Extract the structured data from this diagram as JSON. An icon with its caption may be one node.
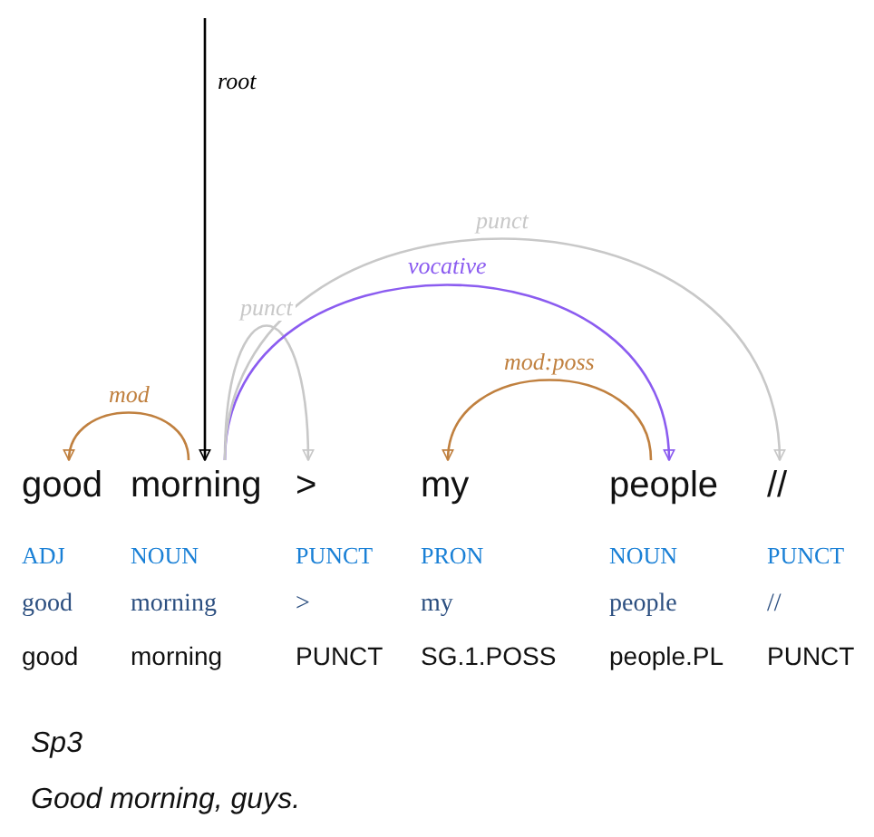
{
  "diagram": {
    "nodes": [
      {
        "text": [
          "good"
        ]
      },
      {
        "text": [
          "morning"
        ]
      },
      {
        "text": [
          ">"
        ]
      },
      {
        "text": [
          "my"
        ]
      },
      {
        "text": [
          "people"
        ]
      },
      {
        "text": [
          "//"
        ]
      }
    ],
    "edges": [
      {
        "from": null,
        "to": 1,
        "arrow": "to",
        "label": "root",
        "color": "#000000"
      },
      {
        "from": 1,
        "to": 0,
        "arrow": "to",
        "label": "mod",
        "color": "#c0803f"
      },
      {
        "from": 1,
        "to": 2,
        "arrow": "to",
        "label": "punct",
        "color": "#c8c8c8"
      },
      {
        "from": 1,
        "to": 4,
        "arrow": "to",
        "label": "vocative",
        "color": "#8b5cf0"
      },
      {
        "from": 1,
        "to": 5,
        "arrow": "to",
        "label": "punct",
        "color": "#c8c8c8"
      },
      {
        "from": 4,
        "to": 3,
        "arrow": "to",
        "label": "mod:poss",
        "color": "#c0803f"
      }
    ],
    "labels": [
      "ADJ",
      "NOUN",
      "PUNCT",
      "PRON",
      "NOUN",
      "PUNCT",
      "good",
      "morning",
      ">",
      "my",
      "people",
      "//",
      "good",
      "morning",
      "PUNCT",
      "SG.1.POSS",
      "people.PL",
      "PUNCT",
      "Sp3",
      "Good morning, guys."
    ]
  }
}
